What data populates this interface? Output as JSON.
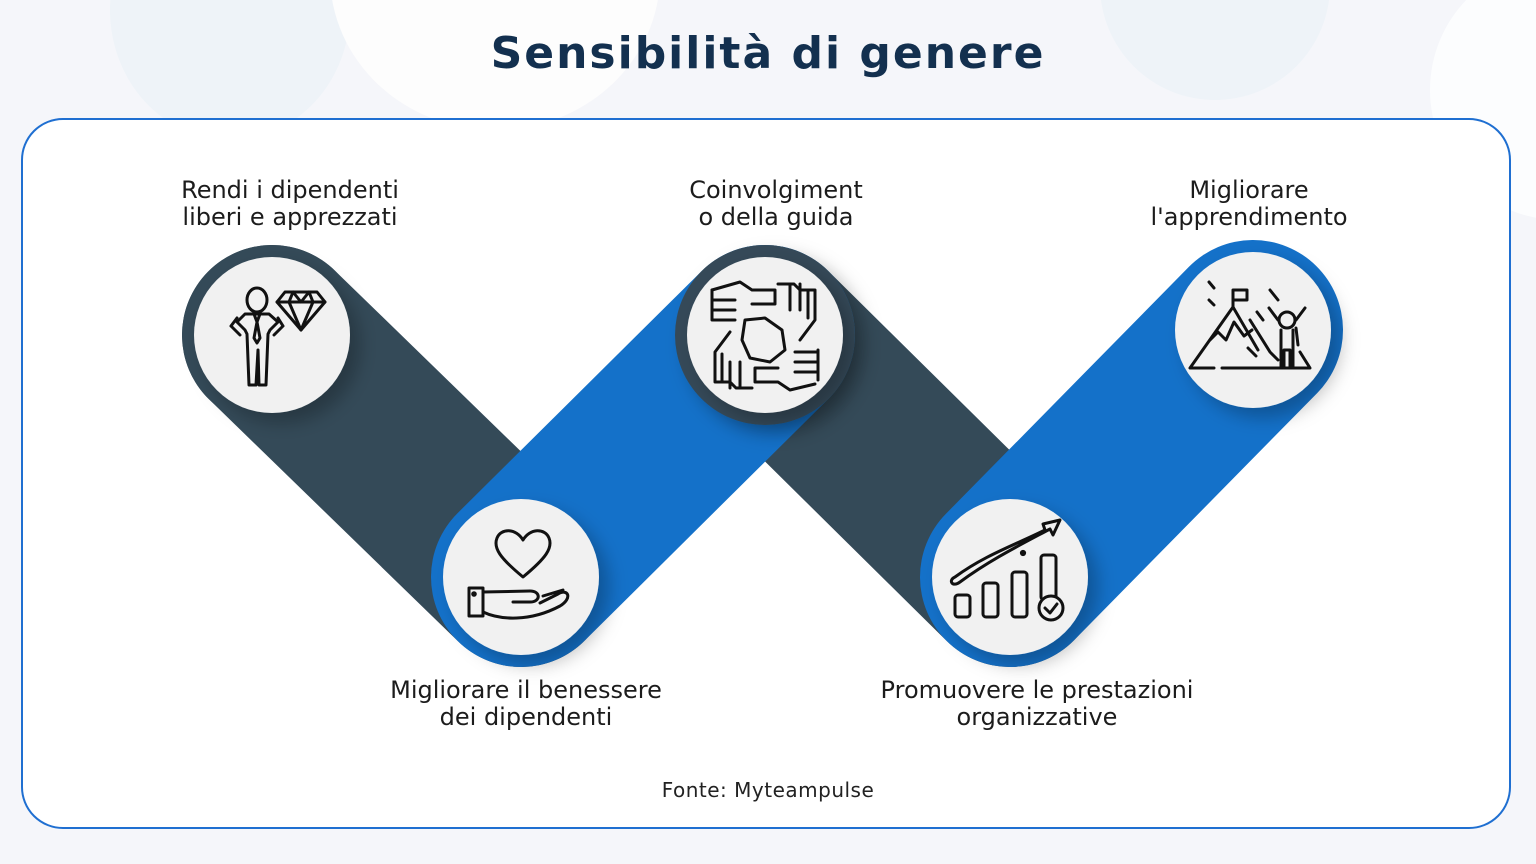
{
  "title": "Sensibilità di genere",
  "colors": {
    "title": "#13304f",
    "dark_band": "#344a58",
    "blue_band": "#1471c9",
    "card_border": "#1f6fd1",
    "icon_circle": "#f1f1f1",
    "label_text": "#1c1c1c"
  },
  "steps": [
    {
      "label": "Rendi i dipendenti\nliberi e apprezzati",
      "icon": "employee-diamond-icon",
      "position": "top",
      "band_color": "dark"
    },
    {
      "label": "Migliorare il benessere\ndei dipendenti",
      "icon": "hand-heart-icon",
      "position": "bottom",
      "band_color": "blue"
    },
    {
      "label": "Coinvolgiment\no della guida",
      "icon": "joined-hands-icon",
      "position": "top",
      "band_color": "dark"
    },
    {
      "label": "Promuovere le prestazioni\norganizzative",
      "icon": "growth-chart-icon",
      "position": "bottom",
      "band_color": "blue"
    },
    {
      "label": "Migliorare\nl'apprendimento",
      "icon": "mountain-flag-icon",
      "position": "top",
      "band_color": "blue"
    }
  ],
  "source": "Fonte: Myteampulse"
}
